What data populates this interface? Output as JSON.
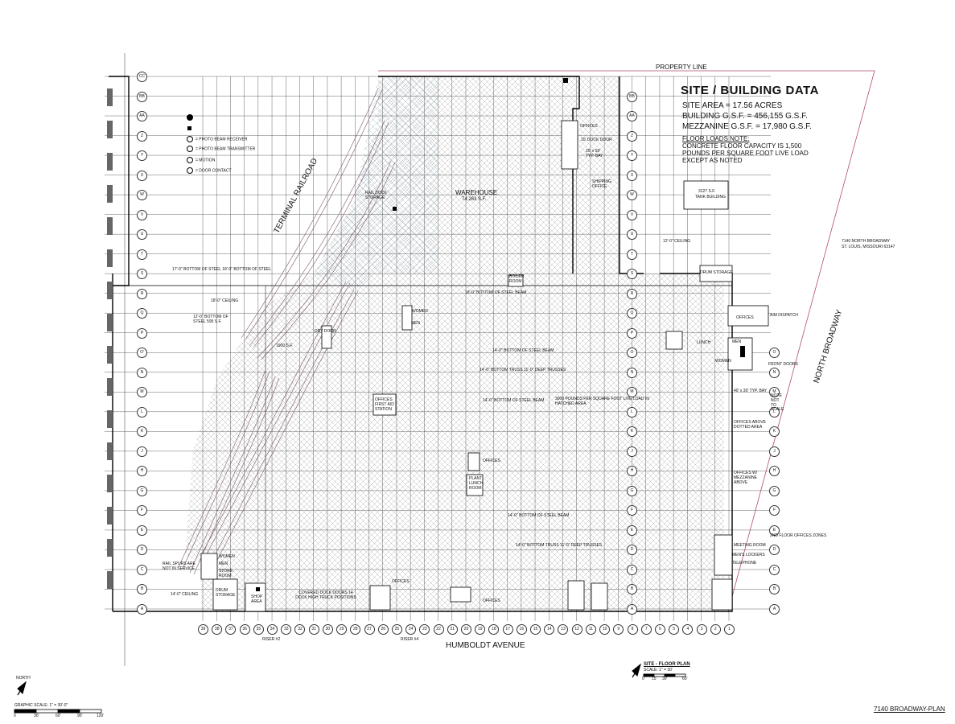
{
  "site_data": {
    "title": "SITE / BUILDING DATA",
    "lines": [
      "SITE AREA = 17.56 ACRES",
      "BUILDING G.S.F. = 456,155 G.S.F.",
      "MEZZANINE G.S.F. = 17,980 G.S.F."
    ],
    "floor_note_title": "FLOOR LOADS NOTE:",
    "floor_note": [
      "CONCRETE FLOOR CAPACITY IS 1,500",
      "POUNDS PER SQUARE FOOT LIVE LOAD",
      "EXCEPT AS NOTED"
    ]
  },
  "labels": {
    "property_line": "PROPERTY LINE",
    "terminal_railroad": "TERMINAL RAILROAD",
    "north_broadway": "NORTH BROADWAY",
    "humboldt_avenue": "HUMBOLDT AVENUE",
    "address": [
      "7140 NORTH BROADWAY",
      "ST. LOUIS, MISSOURI 63147"
    ],
    "tank_building": [
      "3127 S.F.",
      "TANK BUILDING"
    ],
    "warehouse": [
      "WAREHOUSE",
      "74,263 S.F."
    ],
    "sheet_id": "7140 BROADWAY-PLAN",
    "plan_title": "SITE - FLOOR PLAN",
    "plan_scale": "SCALE: 1\" = 30'",
    "plan_scale_ticks": [
      "0",
      "15'",
      "30'",
      "60'"
    ],
    "north": "NORTH",
    "graphic_scale": "GRAPHIC SCALE: 1\" = 30'-0\"",
    "graphic_scale_ticks": [
      "0",
      "30'",
      "60'",
      "90'",
      "120'"
    ],
    "rail_spurs": [
      "RAIL SPURS ARE",
      "NOT IN SERVICE"
    ],
    "humboldt_note": "14'-0\" CEILING"
  },
  "legend": [
    {
      "symbol": "filled-circle",
      "text": ""
    },
    {
      "symbol": "filled-square",
      "text": ""
    },
    {
      "symbol": "circle-p",
      "text": "= PHOTO BEAM RECEIVER"
    },
    {
      "symbol": "circle-t",
      "text": "= PHOTO BEAM TRANSMITTER"
    },
    {
      "symbol": "circle-m",
      "text": "= MOTION"
    },
    {
      "symbol": "circle-c",
      "text": "= DOOR CONTACT"
    }
  ],
  "grid": {
    "left_rows": [
      "CC",
      "BB",
      "AA",
      "Z",
      "Y",
      "X",
      "W",
      "V",
      "U",
      "T",
      "S",
      "R",
      "Q",
      "P",
      "O'",
      "N",
      "M",
      "L",
      "K",
      "J",
      "H",
      "G",
      "F",
      "E",
      "D",
      "C",
      "B",
      "A"
    ],
    "right_rows": [
      "BB",
      "AA",
      "Z",
      "Y",
      "X",
      "W",
      "V",
      "U",
      "T",
      "S",
      "R",
      "Q",
      "P",
      "O",
      "N",
      "M",
      "L",
      "K",
      "J",
      "H",
      "G",
      "F",
      "E",
      "D",
      "C",
      "B",
      "A"
    ],
    "columns": [
      "39",
      "38",
      "37",
      "36",
      "35",
      "34",
      "33",
      "32",
      "31",
      "30",
      "29",
      "28",
      "27",
      "26",
      "25",
      "24",
      "23",
      "22",
      "21",
      "20",
      "19",
      "18",
      "17",
      "16",
      "15",
      "14",
      "13",
      "12",
      "11",
      "10",
      "9",
      "8",
      "7",
      "6",
      "5",
      "4",
      "3",
      "2",
      "1"
    ]
  },
  "notes": [
    {
      "text": "OFFICES"
    },
    {
      "text": "OFFICES"
    },
    {
      "text": "OFFICES ABOVE DOTTED AREA"
    },
    {
      "text": "OFFICES W/ MEZZANINE ABOVE"
    },
    {
      "text": "MEETING ROOM"
    },
    {
      "text": "MEN'S LOCKERS"
    },
    {
      "text": "TELEPHONE"
    },
    {
      "text": "LUNCH"
    },
    {
      "text": "MEN"
    },
    {
      "text": "WOMEN"
    },
    {
      "text": "DRUM STORAGE"
    },
    {
      "text": "AIM DISPATCH"
    },
    {
      "text": "FRONT DOORS"
    },
    {
      "text": "40' x 30' TYP. BAY"
    },
    {
      "text": "NOTE NOT TO SCALE"
    },
    {
      "text": "14'-0\" BOTTOM OF STEEL BEAM"
    },
    {
      "text": "18'-0\" BOTTOM OF STEEL BEAM"
    },
    {
      "text": "14'-0\" BOTTOM TRUSS 11'-0\" DEEP TRUSSES"
    },
    {
      "text": "14'-0\" BOTTOM OF STEEL BEAM"
    },
    {
      "text": "3000 POUNDS PER SQUARE FOOT LIVE LOAD IN HATCHED AREA"
    },
    {
      "text": "OFFICES FIRST AID STATION"
    },
    {
      "text": "OFFICES"
    },
    {
      "text": "PLANT LUNCH ROOM"
    },
    {
      "text": "14'-0\" BOTTOM OF STEEL BEAM"
    },
    {
      "text": "14'-0\" BOTTOM TRUSS 11'-0\" DEEP TRUSSES"
    },
    {
      "text": "OFFICES"
    },
    {
      "text": "OFFICES"
    },
    {
      "text": "COVERED DOCK DOORS 14 DOCK HIGH TRUCK POSITIONS"
    },
    {
      "text": "SHOP AREA"
    },
    {
      "text": "DRUM STORAGE"
    },
    {
      "text": "WOMEN"
    },
    {
      "text": "MEN"
    },
    {
      "text": "STORE ROOM"
    },
    {
      "text": "12'-0\" CEILING"
    },
    {
      "text": "12'-0\" BOTTOM OF STEEL 595 S.F."
    },
    {
      "text": "18'-0\" CEILING"
    },
    {
      "text": "17'-0\" BOTTOM OF STEEL 18'-0\" BOTTOM OF STEEL"
    },
    {
      "text": "RAIL DOCK STORAGE"
    },
    {
      "text": "SHIPPING OFFICE"
    },
    {
      "text": "10' DOCK DOOR"
    },
    {
      "text": "20' x 50' TYP. BAY"
    },
    {
      "text": "BOILER ROOM"
    },
    {
      "text": "MEN"
    },
    {
      "text": "WOMEN"
    },
    {
      "text": "DRY DOOR"
    },
    {
      "text": "1900 S.F."
    },
    {
      "text": "2ND FLOOR OFFICES ZONES"
    },
    {
      "text": "RISER #2"
    },
    {
      "text": "RISER #4"
    }
  ]
}
